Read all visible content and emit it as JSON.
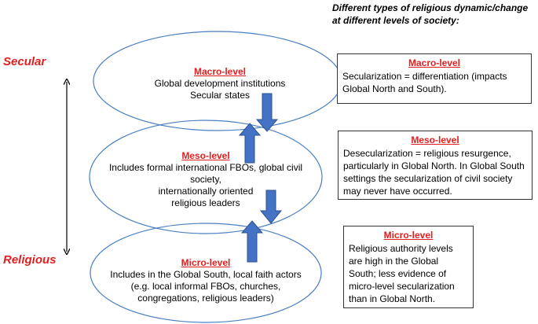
{
  "header": {
    "line1": "Different types of religious dynamic/change",
    "line2": "at different levels of society:"
  },
  "axis": {
    "top_label": "Secular",
    "bottom_label": "Religious"
  },
  "ellipses": {
    "macro": {
      "title": "Macro-level",
      "lines": [
        "Global development institutions",
        "Secular states"
      ]
    },
    "meso": {
      "title": "Meso-level",
      "lines": [
        "Includes formal international FBOs, global civil",
        "society,",
        "internationally oriented",
        "religious leaders"
      ]
    },
    "micro": {
      "title": "Micro-level",
      "lines": [
        "Includes in the Global South, local faith actors",
        "(e.g. local informal FBOs, churches,",
        "congregations, religious leaders)"
      ]
    }
  },
  "boxes": {
    "macro": {
      "title": "Macro-level",
      "text": "Secularization = differentiation (impacts Global North and South)."
    },
    "meso": {
      "title": "Meso-level",
      "text": "Desecularization = religious resurgence, particularly in Global North. In Global South settings the secularization of civil society may never have occurred."
    },
    "micro": {
      "title": "Micro-level",
      "text": "Religious authority levels are high in the Global South; less evidence of micro-level secularization than in Global North."
    }
  },
  "colors": {
    "ellipse_stroke": "#4a7fc1",
    "arrow_fill": "#4472c4",
    "arrow_stroke": "#2f528f",
    "accent_red": "#e02020"
  }
}
